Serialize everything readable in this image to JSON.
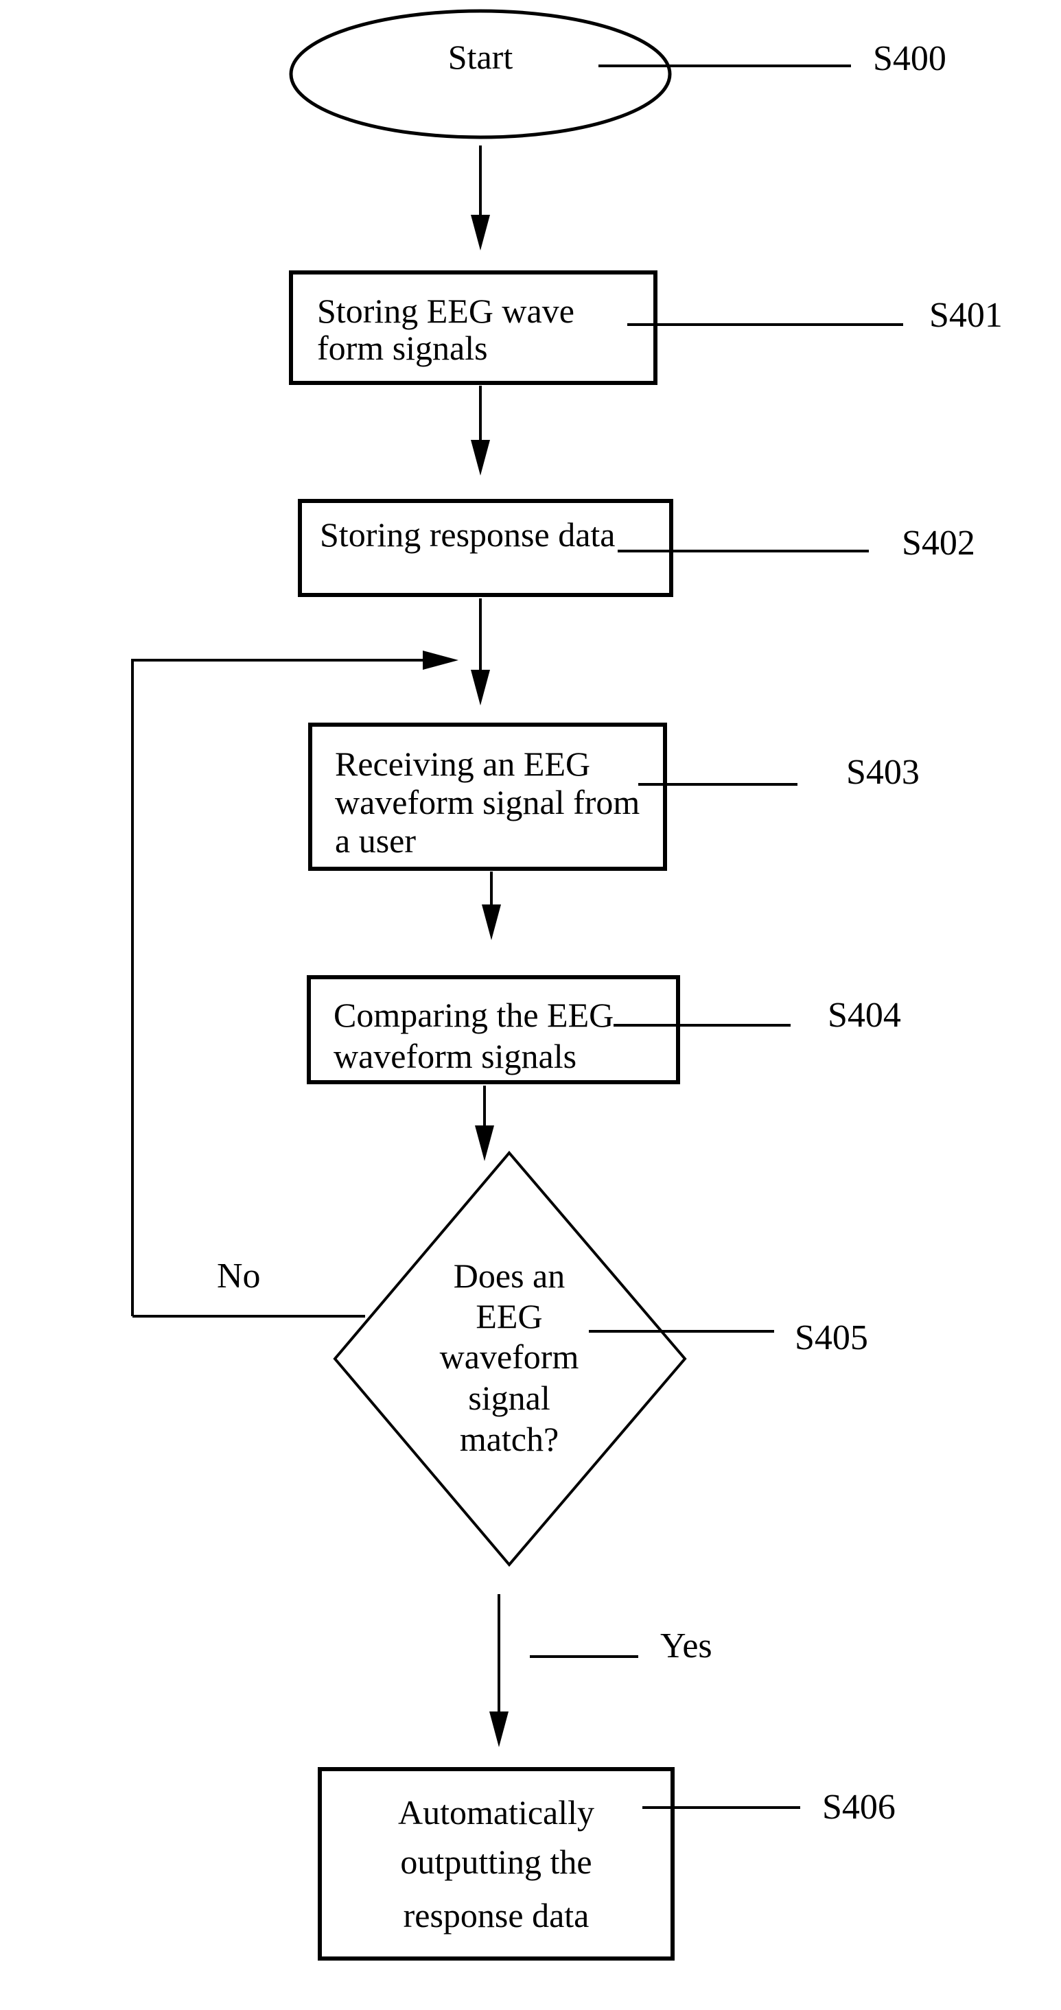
{
  "flowchart": {
    "background": "#ffffff",
    "ink": "#000000",
    "nodes": {
      "start": {
        "label": "Start",
        "tag": "S400"
      },
      "s401": {
        "lines": [
          "Storing EEG wave",
          "form signals"
        ],
        "tag": "S401"
      },
      "s402": {
        "lines": [
          "Storing response data"
        ],
        "tag": "S402"
      },
      "s403": {
        "lines": [
          "Receiving an EEG",
          "waveform signal from",
          "a user"
        ],
        "tag": "S403"
      },
      "s404": {
        "lines": [
          "Comparing the EEG",
          "waveform signals"
        ],
        "tag": "S404"
      },
      "s405": {
        "lines": [
          "Does an",
          "EEG",
          "waveform",
          "signal",
          "match?"
        ],
        "tag": "S405"
      },
      "s406": {
        "lines": [
          "Automatically",
          "outputting the",
          "response data"
        ],
        "tag": "S406"
      }
    },
    "branches": {
      "no": "No",
      "yes": "Yes"
    }
  }
}
